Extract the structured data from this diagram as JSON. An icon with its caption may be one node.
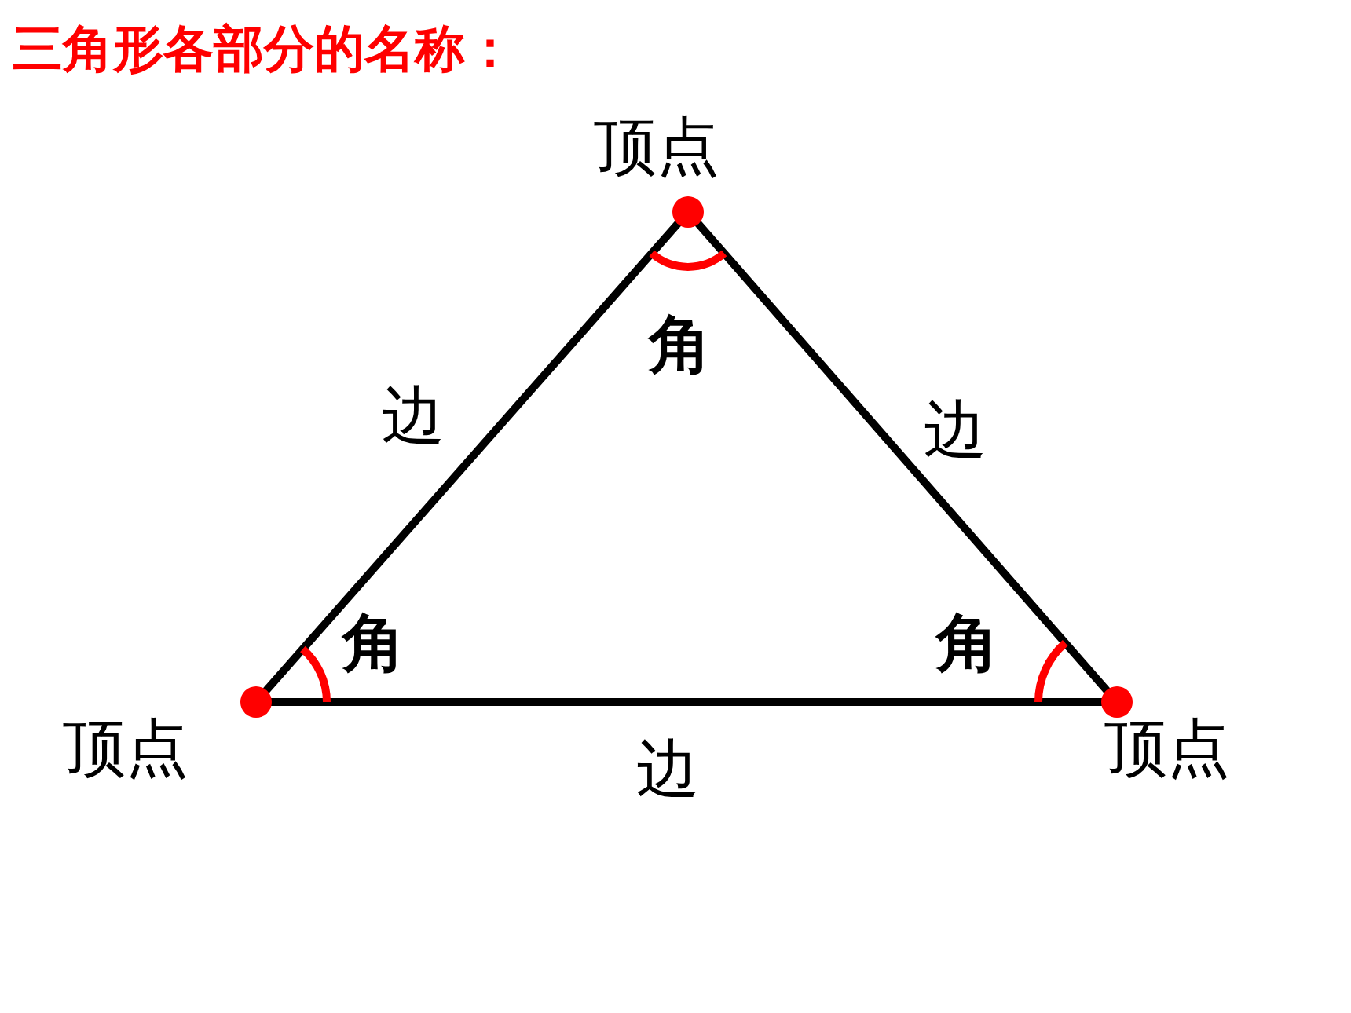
{
  "diagram": {
    "title": "三角形各部分的名称：",
    "labels": [
      "顶点",
      "角",
      "边",
      "边",
      "角",
      "角",
      "顶点",
      "边",
      "顶点"
    ]
  }
}
